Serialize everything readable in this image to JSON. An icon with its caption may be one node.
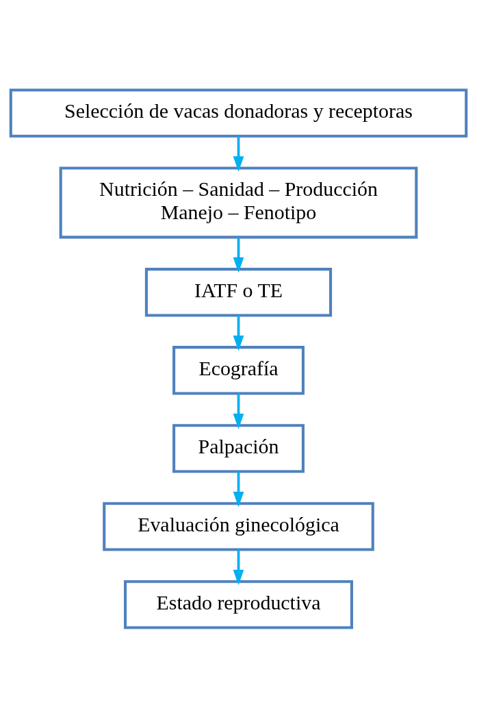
{
  "diagram": {
    "nodes": [
      {
        "text": [
          "Selección de vacas donadoras y receptoras"
        ]
      },
      {
        "text": [
          "Nutrición – Sanidad – Producción Manejo – Fenotipo"
        ]
      },
      {
        "text": [
          "IATF o TE"
        ]
      },
      {
        "text": [
          "Ecografía"
        ]
      },
      {
        "text": [
          "Palpación"
        ]
      },
      {
        "text": [
          "Evaluación ginecológica"
        ]
      },
      {
        "text": [
          "Estado reproductiva"
        ]
      }
    ],
    "edges": [
      {
        "from": 0,
        "to": 1,
        "arrow": "to"
      },
      {
        "from": 1,
        "to": 2,
        "arrow": "to"
      },
      {
        "from": 2,
        "to": 3,
        "arrow": "to"
      },
      {
        "from": 3,
        "to": 4,
        "arrow": "to"
      },
      {
        "from": 4,
        "to": 5,
        "arrow": "to"
      },
      {
        "from": 5,
        "to": 6,
        "arrow": "to"
      }
    ]
  }
}
